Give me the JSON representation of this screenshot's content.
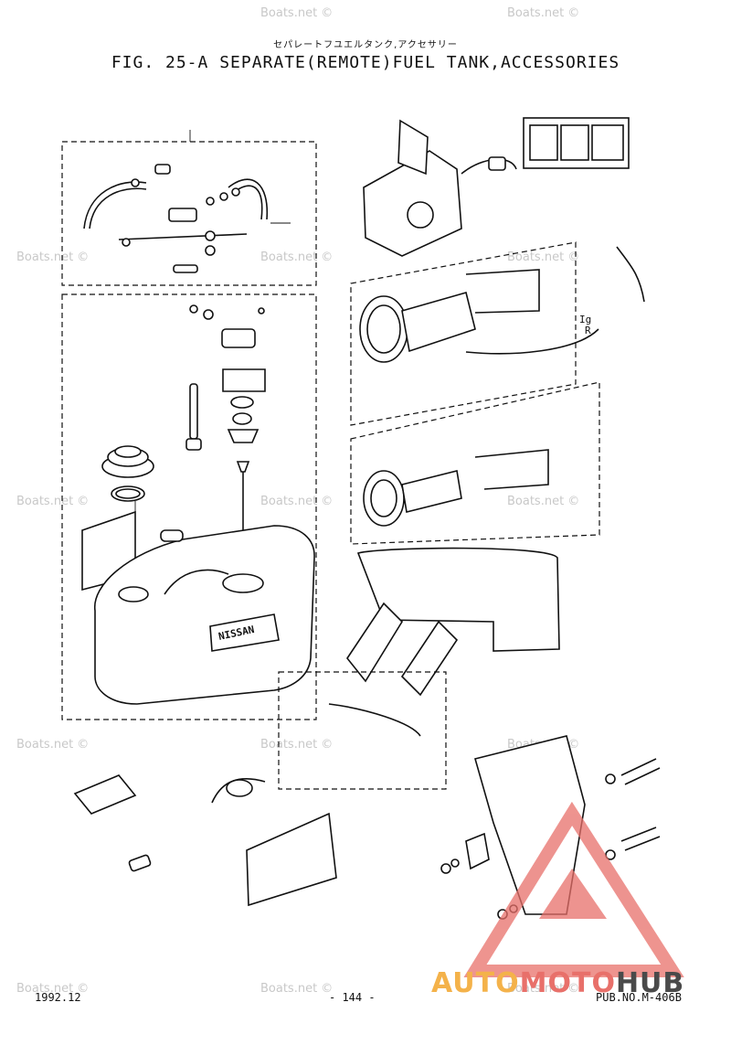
{
  "header": {
    "jp_title": "セパレートフユエルタンク,アクセサリー",
    "fig_title": "FIG. 25-A SEPARATE(REMOTE)FUEL TANK,ACCESSORIES"
  },
  "watermark": "Boats.net ©",
  "tank_brand": "NISSAN",
  "footer": {
    "date": "1992.12",
    "page": "- 144 -",
    "pub": "PUB.NO.M-406B"
  },
  "logo": {
    "part1": "AUTO",
    "part2": "MOTO",
    "part3": "HUB"
  },
  "remote_labels": {
    "ig": "Ig",
    "r": "R"
  },
  "colors": {
    "logo_orange": "#f4b24a",
    "logo_red": "#e8706a",
    "logo_dark": "#4a4a4a"
  }
}
